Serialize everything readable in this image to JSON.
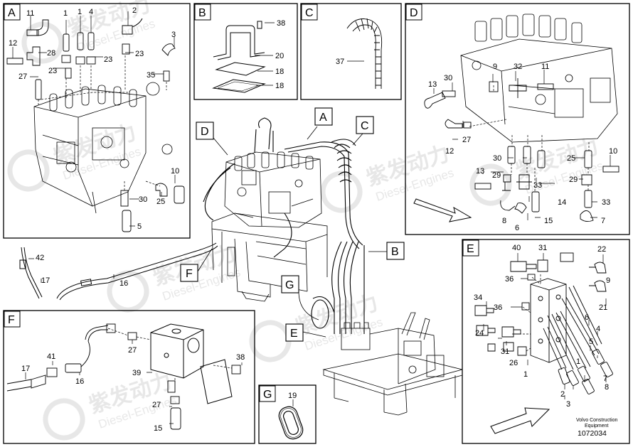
{
  "panels": {
    "A": {
      "letter": "A",
      "labels": {
        "11": "11",
        "1a": "1",
        "4": "4",
        "2": "2",
        "1b": "1",
        "3": "3",
        "12": "12",
        "28": "28",
        "23a": "23",
        "23b": "23",
        "23c": "23",
        "27": "27",
        "35": "35",
        "10": "10",
        "25": "25",
        "30": "30",
        "5": "5"
      }
    },
    "B": {
      "letter": "B",
      "labels": {
        "38": "38",
        "20": "20",
        "18a": "18",
        "18b": "18"
      }
    },
    "C": {
      "letter": "C",
      "labels": {
        "37": "37"
      }
    },
    "D": {
      "letter": "D",
      "labels": {
        "13a": "13",
        "30a": "30",
        "9": "9",
        "32": "32",
        "11": "11",
        "12": "12",
        "27": "27",
        "25": "25",
        "10": "10",
        "30b": "30",
        "13b": "13",
        "29a": "29",
        "29b": "29",
        "33a": "33",
        "33b": "33",
        "14": "14",
        "8": "8",
        "6": "6",
        "15": "15",
        "7": "7"
      }
    },
    "E": {
      "letter": "E",
      "labels": {
        "40": "40",
        "31a": "31",
        "22": "22",
        "36a": "36",
        "9": "9",
        "34": "34",
        "36b": "36",
        "21": "21",
        "24": "24",
        "6": "6",
        "4": "4",
        "31b": "31",
        "26": "26",
        "5": "5",
        "1a": "1",
        "1b": "1",
        "7": "7",
        "2": "2",
        "8": "8",
        "3": "3"
      },
      "footer": {
        "line1": "Volvo Construction",
        "line2": "Equipment",
        "number": "1072034"
      }
    },
    "F": {
      "letter": "F",
      "labels": {
        "27a": "27",
        "41": "41",
        "17": "17",
        "16": "16",
        "39": "39",
        "38": "38",
        "27b": "27",
        "15": "15"
      }
    },
    "G": {
      "letter": "G",
      "labels": {
        "19": "19"
      }
    }
  },
  "main": {
    "callouts": {
      "A": "A",
      "B": "B",
      "C": "C",
      "D": "D",
      "E": "E",
      "F": "F",
      "G": "G"
    },
    "labels": {
      "42": "42",
      "17": "17",
      "16": "16"
    }
  },
  "colors": {
    "line": "#000000",
    "watermark": "#cfcfcf",
    "background": "#ffffff"
  },
  "watermark": {
    "brand": "紫发动力",
    "sub": "Diesel-Engines"
  }
}
